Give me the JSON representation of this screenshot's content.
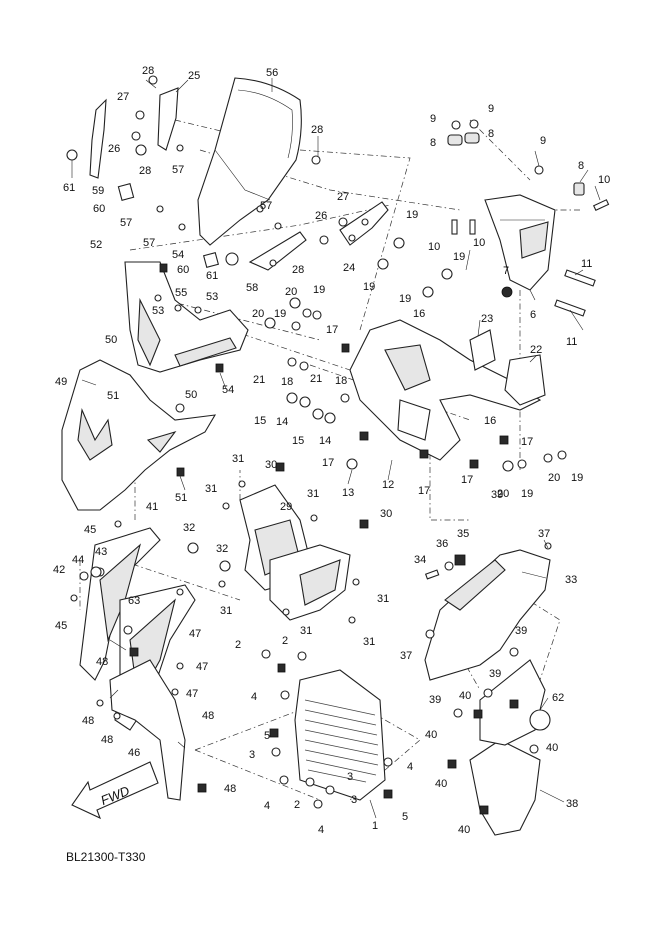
{
  "diagram_code": "BL21300-T330",
  "direction_label": "FWD",
  "callout_numbers": [
    "1",
    "2",
    "3",
    "4",
    "5",
    "6",
    "7",
    "8",
    "9",
    "10",
    "11",
    "12",
    "13",
    "14",
    "15",
    "16",
    "17",
    "18",
    "19",
    "20",
    "21",
    "22",
    "23",
    "24",
    "25",
    "26",
    "27",
    "28",
    "29",
    "30",
    "31",
    "32",
    "33",
    "34",
    "35",
    "36",
    "37",
    "38",
    "39",
    "40",
    "41",
    "42",
    "43",
    "44",
    "45",
    "46",
    "47",
    "48",
    "49",
    "50",
    "51",
    "52",
    "53",
    "54",
    "55",
    "56",
    "57",
    "58",
    "59",
    "60",
    "61",
    "62",
    "63"
  ]
}
